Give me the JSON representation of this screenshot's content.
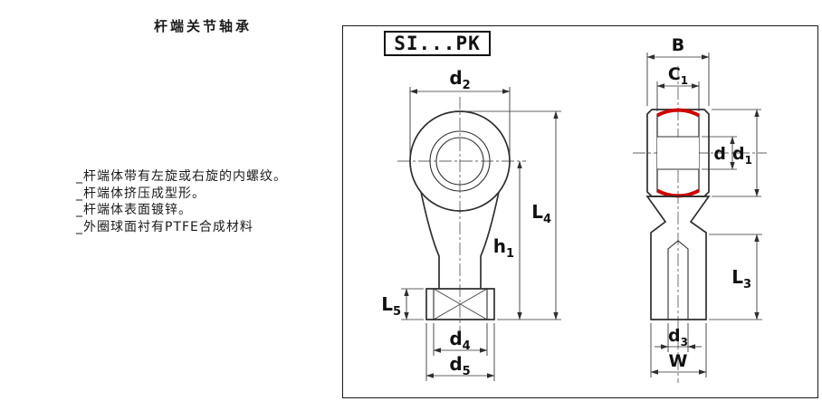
{
  "page": {
    "title": "杆端关节轴承"
  },
  "features": {
    "items": [
      "_杆端体带有左旋或右旋的内螺纹。",
      "_杆端体挤压成型形。",
      "_杆端体表面镀锌。",
      "_外圈球面衬有PTFE合成材料"
    ]
  },
  "drawing": {
    "model_label": "SI...PK",
    "colors": {
      "seal": "#cc0000",
      "line": "#2f2f2f"
    },
    "dims": {
      "d2": {
        "base": "d",
        "sub": "2"
      },
      "L4": {
        "base": "L",
        "sub": "4"
      },
      "h1": {
        "base": "h",
        "sub": "1"
      },
      "L5": {
        "base": "L",
        "sub": "5"
      },
      "d4": {
        "base": "d",
        "sub": "4"
      },
      "d5": {
        "base": "d",
        "sub": "5"
      },
      "B": {
        "base": "B",
        "sub": ""
      },
      "C1": {
        "base": "C",
        "sub": "1"
      },
      "d": {
        "base": "d",
        "sub": ""
      },
      "d1": {
        "base": "d",
        "sub": "1"
      },
      "L3": {
        "base": "L",
        "sub": "3"
      },
      "d3": {
        "base": "d",
        "sub": "3"
      },
      "W": {
        "base": "W",
        "sub": ""
      }
    }
  }
}
